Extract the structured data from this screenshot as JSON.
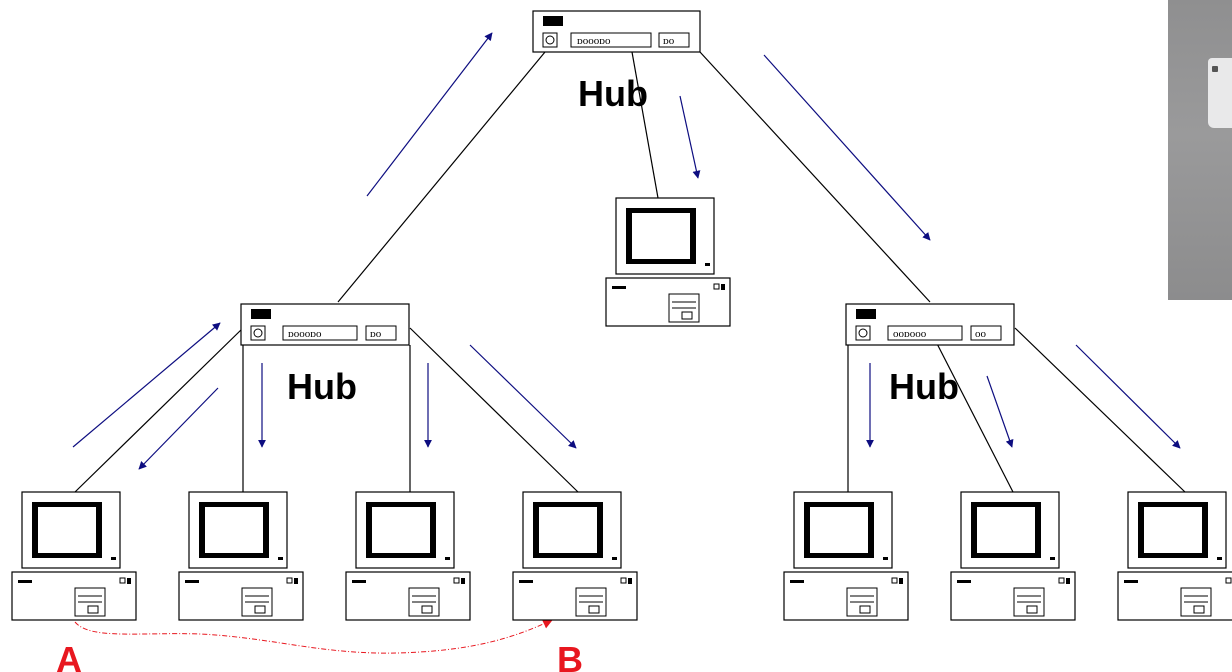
{
  "hubs": [
    {
      "id": "hub-top",
      "label": "Hub"
    },
    {
      "id": "hub-left",
      "label": "Hub"
    },
    {
      "id": "hub-right",
      "label": "Hub"
    }
  ],
  "endpoints": {
    "source": "A",
    "destination": "B"
  },
  "colors": {
    "arrow": "#0d0d80",
    "link": "#000000",
    "path": "#e8171f",
    "background": "#ffffff"
  },
  "icons": {
    "hub": "network-hub-icon",
    "computer": "desktop-computer-icon"
  }
}
